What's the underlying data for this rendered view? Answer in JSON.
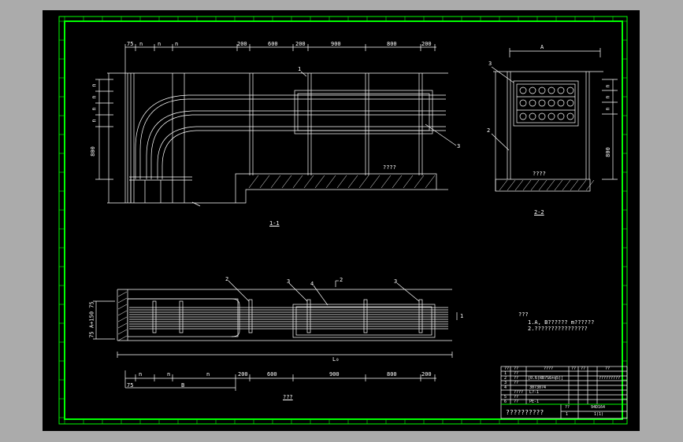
{
  "sheet": {
    "frame_color": "#00ff00",
    "line_color": "#ffffff",
    "background": "#000000"
  },
  "section_1": {
    "label": "1-1",
    "top_dimensions": [
      "75",
      "n",
      "n",
      "n",
      "200",
      "600",
      "200",
      "900",
      "800",
      "200"
    ],
    "left_dimensions": [
      "n",
      "n",
      "n",
      "n",
      "800"
    ],
    "slab_label": "????",
    "callouts": [
      "1",
      "3"
    ]
  },
  "section_2": {
    "label": "2-2",
    "top_dimension": "A",
    "right_dimensions": [
      "n",
      "n",
      "n",
      "800"
    ],
    "slab_label": "????",
    "callouts": [
      "3",
      "2"
    ]
  },
  "plan": {
    "title": "???",
    "left_dimension": "75 A+150 75",
    "bottom_dimensions": [
      "n",
      "n",
      "n",
      "200",
      "600",
      "900",
      "800",
      "200"
    ],
    "bottom_labels": [
      "75",
      "B"
    ],
    "length_label": "L₀",
    "callouts": [
      "2",
      "3",
      "4",
      "3"
    ],
    "section_marks": [
      "2",
      "1"
    ]
  },
  "notes": {
    "heading": "???",
    "lines": [
      "1.A, B?????? m??????",
      "2.????????????????"
    ]
  },
  "title_block": {
    "header": [
      "??",
      "??",
      "????",
      "??",
      "??",
      "??"
    ],
    "rows": [
      [
        "1",
        "??",
        "",
        "",
        "",
        "?????????"
      ],
      [
        "2",
        "??",
        "[0.6(RB?S6+q5)]",
        "",
        "",
        ""
      ],
      [
        "3",
        "??",
        "30?30?4",
        "",
        "",
        ""
      ],
      [
        "4",
        "????",
        "L?-1",
        "",
        "",
        ""
      ],
      [
        "5",
        "??",
        "",
        "",
        "",
        ""
      ],
      [
        "6",
        "??",
        "PE-1",
        "",
        "",
        ""
      ]
    ],
    "drawing_name": "??????????",
    "drawing_code_label": "??",
    "drawing_code": "94D164",
    "page": "1",
    "sheets": "1(1)"
  }
}
